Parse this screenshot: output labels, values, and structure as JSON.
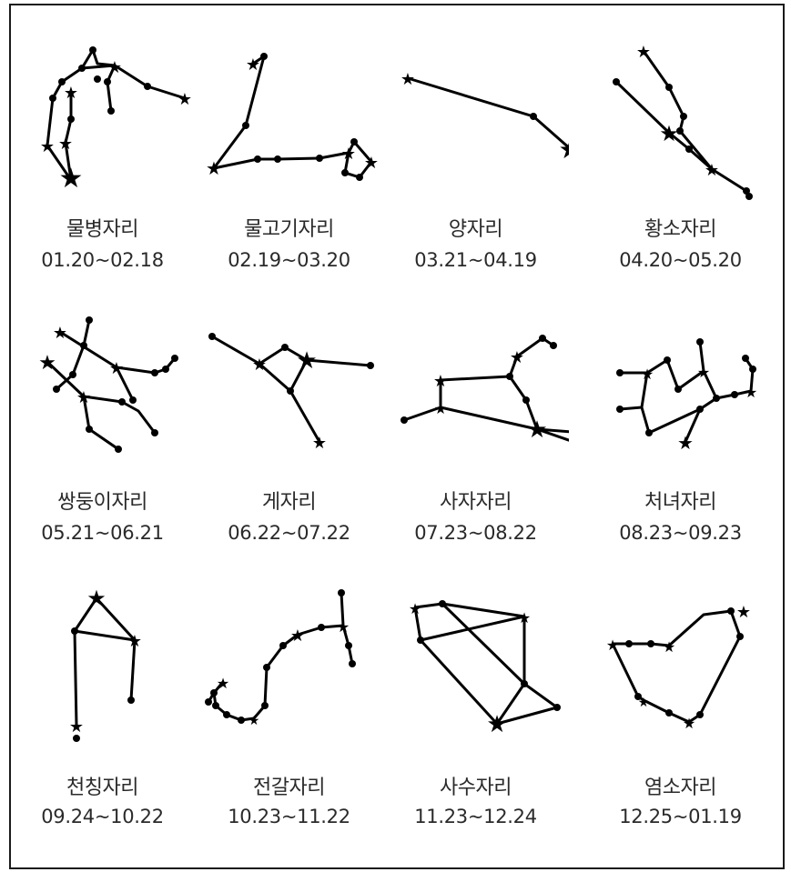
{
  "constellations": [
    {
      "name": "물병자리",
      "dates": "01.20~02.18"
    },
    {
      "name": "물고기자리",
      "dates": "02.19~03.20"
    },
    {
      "name": "양자리",
      "dates": "03.21~04.19"
    },
    {
      "name": "황소자리",
      "dates": "04.20~05.20"
    },
    {
      "name": "쌍둥이자리",
      "dates": "05.21~06.21"
    },
    {
      "name": "게자리",
      "dates": "06.22~07.22"
    },
    {
      "name": "사자자리",
      "dates": "07.23~08.22"
    },
    {
      "name": "처녀자리",
      "dates": "08.23~09.23"
    },
    {
      "name": "천칭자리",
      "dates": "09.24~10.22"
    },
    {
      "name": "전갈자리",
      "dates": "10.23~11.22"
    },
    {
      "name": "사수자리",
      "dates": "11.23~12.24"
    },
    {
      "name": "염소자리",
      "dates": "12.25~01.19"
    }
  ]
}
